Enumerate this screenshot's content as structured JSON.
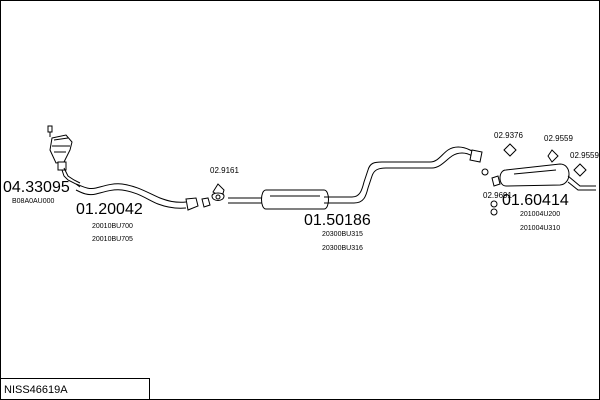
{
  "parts": {
    "catalyst": {
      "number": "04.33095",
      "code": "B08A0AU000"
    },
    "front_pipe": {
      "number": "01.20042",
      "codes": [
        "20010BU700",
        "20010BU705"
      ]
    },
    "gasket_flange": {
      "number": "02.9161"
    },
    "middle_silencer": {
      "number": "01.50186",
      "codes": [
        "20300BU315",
        "20300BU316"
      ]
    },
    "rear_silencer": {
      "number": "01.60414",
      "codes": [
        "201004U200",
        "201004U310"
      ]
    },
    "rear_mount_1": {
      "number": "02.9376"
    },
    "rear_mount_2": {
      "number": "02.9559"
    },
    "rear_mount_3": {
      "number": "02.9559"
    },
    "rear_gasket": {
      "number": "02.9691"
    }
  },
  "diagram_id": "NISS46619A",
  "colors": {
    "line": "#000000",
    "background": "#ffffff"
  }
}
